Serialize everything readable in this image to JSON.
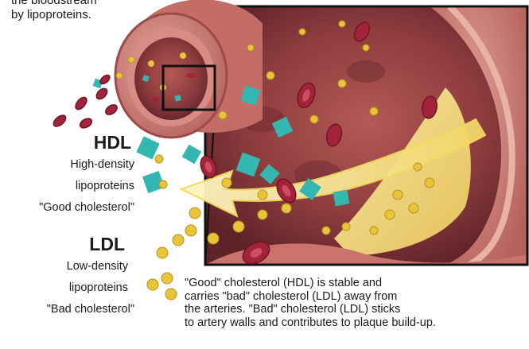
{
  "top_label": {
    "line1": "the bloodstream",
    "line2": "by lipoproteins."
  },
  "hdl": {
    "abbrev": "HDL",
    "line1": "High-density",
    "line2": "lipoproteins",
    "line3": "\"Good cholesterol\""
  },
  "ldl": {
    "abbrev": "LDL",
    "line1": "Low-density",
    "line2": "lipoproteins",
    "line3": "\"Bad cholesterol\""
  },
  "caption": {
    "line1": "\"Good\" cholesterol (HDL) is stable and",
    "line2": "carries \"bad\" cholesterol (LDL) away from",
    "line3": "the arteries. \"Bad\" cholesterol (LDL) sticks",
    "line4": "to artery walls and contributes to plaque build-up."
  },
  "colors": {
    "artery_wall": "#c9736b",
    "artery_inner": "#8a3a3a",
    "plaque": "#f3dc7a",
    "hdl_particle": "#33b7b0",
    "ldl_particle": "#e8c43a",
    "red_blood_cell": "#a3243a"
  },
  "icons": [
    "artery-cross-section",
    "zoom-box",
    "hdl-particle",
    "ldl-particle",
    "red-blood-cell",
    "plaque-arrow"
  ]
}
